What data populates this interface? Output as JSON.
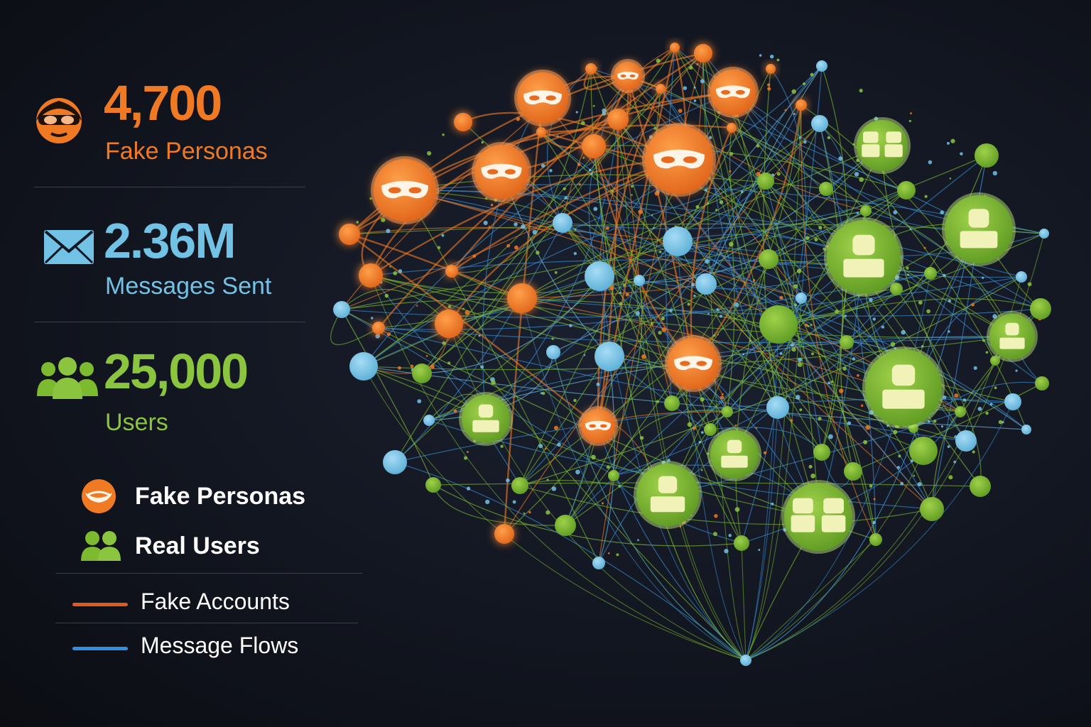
{
  "colors": {
    "orange": "#f07a24",
    "blue": "#72c2e6",
    "green": "#7cba2f",
    "bright_green": "#8bc53f",
    "legend_fake_line": "#e35a1e",
    "legend_flow_line": "#2f8fe0"
  },
  "stats": [
    {
      "icon": "masked-persona-icon",
      "value": "4,700",
      "label": "Fake Personas",
      "color": "#f07a24"
    },
    {
      "icon": "envelope-icon",
      "value": "2.36M",
      "label": "Messages Sent",
      "color": "#72c2e6"
    },
    {
      "icon": "users-group-icon",
      "value": "25,000",
      "label": "Users",
      "color": "#8bc53f"
    }
  ],
  "legend": {
    "items": [
      {
        "icon": "mask-icon",
        "label": "Fake Personas"
      },
      {
        "icon": "users-icon",
        "label": "Real Users"
      }
    ],
    "lines": [
      {
        "label": "Fake Accounts",
        "color": "#e35a1e"
      },
      {
        "label": "Message Flows",
        "color": "#2f8fe0"
      }
    ]
  }
}
